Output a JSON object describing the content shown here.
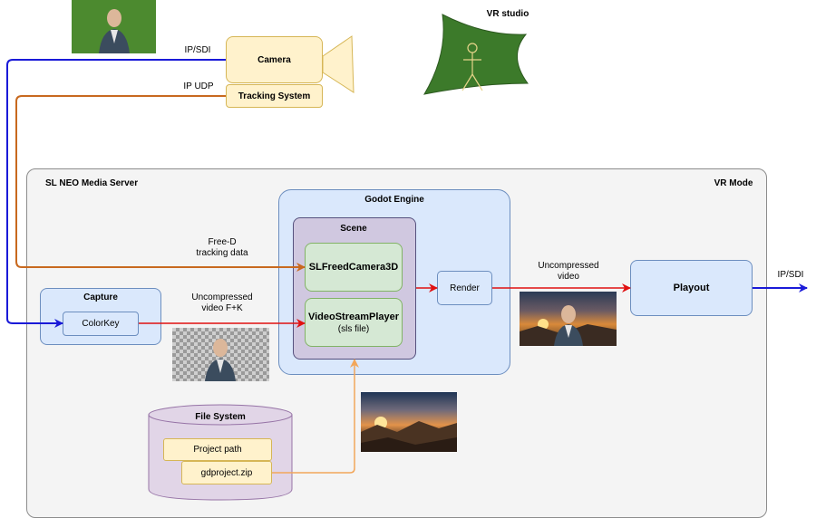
{
  "diagram": {
    "camera": "Camera",
    "tracking_system": "Tracking System",
    "vr_studio": "VR studio",
    "ip_sdi_in": "IP/SDI",
    "ip_udp": "IP UDP",
    "media_server": "SL NEO Media Server",
    "vr_mode": "VR Mode",
    "godot_engine": "Godot  Engine",
    "scene": "Scene",
    "freed_camera": "SLFreedCamera3D",
    "video_stream_player": "VideoStreamPlayer",
    "sls_file": "(sls file)",
    "render": "Render",
    "playout": "Playout",
    "capture": "Capture",
    "colorkey": "ColorKey",
    "freed_label_line1": "Free-D",
    "freed_label_line2": "tracking data",
    "uncompressed_fk_line1": "Uncompressed",
    "uncompressed_fk_line2": "video F+K",
    "uncompressed_video_line1": "Uncompressed",
    "uncompressed_video_line2": "video",
    "ip_sdi_out": "IP/SDI",
    "file_system": "File System",
    "project_path": "Project path",
    "gdproject_zip": "gdproject.zip"
  },
  "colors": {
    "video_link": "#1a1ad8",
    "tracking_link": "#c8691f",
    "internal_video": "#e01010",
    "file_link": "#f2a65a",
    "studio_green": "#3c7a2a"
  }
}
